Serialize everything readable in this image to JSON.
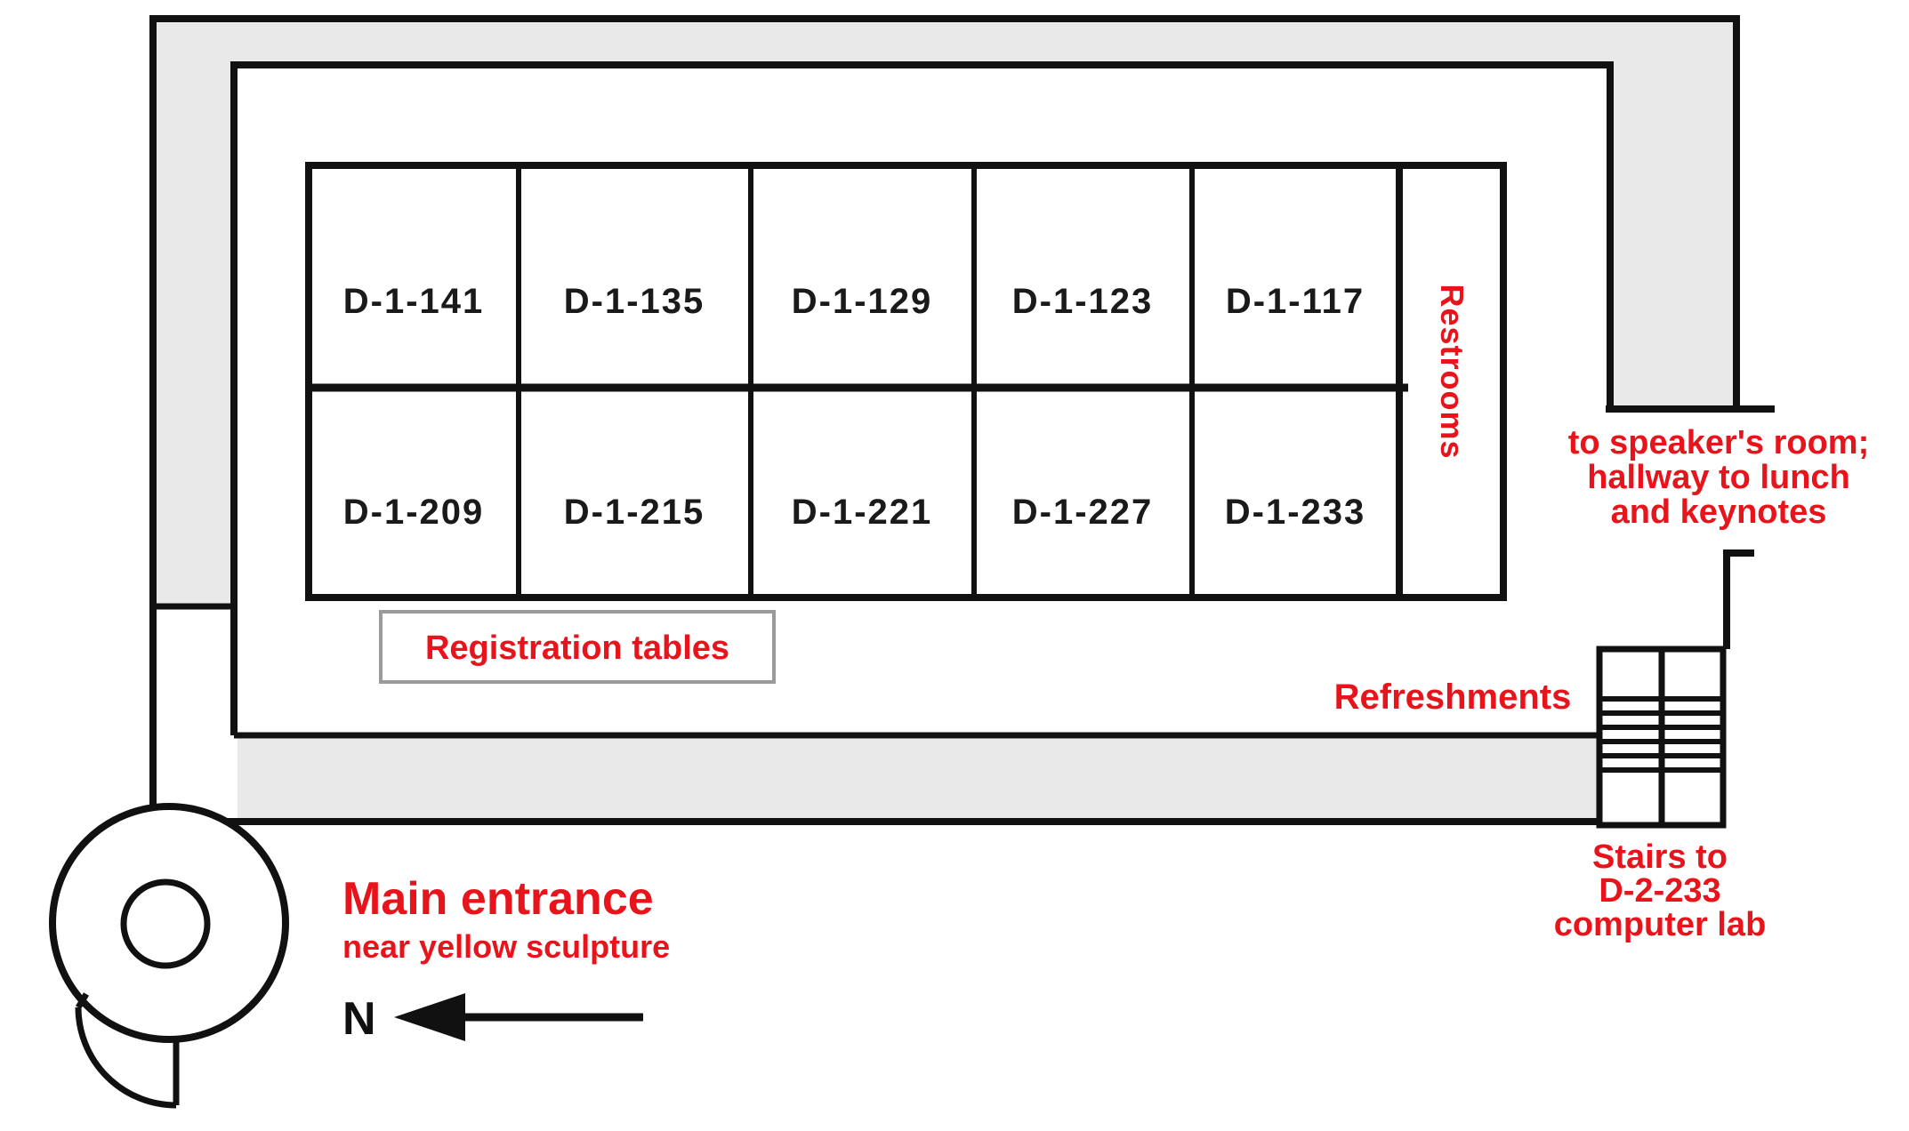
{
  "map": {
    "rooms_row1": [
      "D-1-141",
      "D-1-135",
      "D-1-129",
      "D-1-123",
      "D-1-117"
    ],
    "rooms_row2": [
      "D-1-209",
      "D-1-215",
      "D-1-221",
      "D-1-227",
      "D-1-233"
    ],
    "restrooms_label": "Restrooms",
    "registration_label": "Registration tables",
    "refreshments_label": "Refreshments",
    "speaker_note": {
      "line1": "to speaker's room;",
      "line2": "hallway to lunch",
      "line3": "and keynotes"
    },
    "stairs_note": {
      "line1": "Stairs to",
      "line2": "D-2-233",
      "line3": "computer lab"
    },
    "main_entrance": {
      "title": "Main entrance",
      "subtitle": "near yellow sculpture"
    },
    "north_label": "N",
    "colors": {
      "accent_red": "#e8141b",
      "hall_gray": "#e9e9e9",
      "wall_black": "#111111",
      "box_border_gray": "#9a9a9a"
    }
  }
}
